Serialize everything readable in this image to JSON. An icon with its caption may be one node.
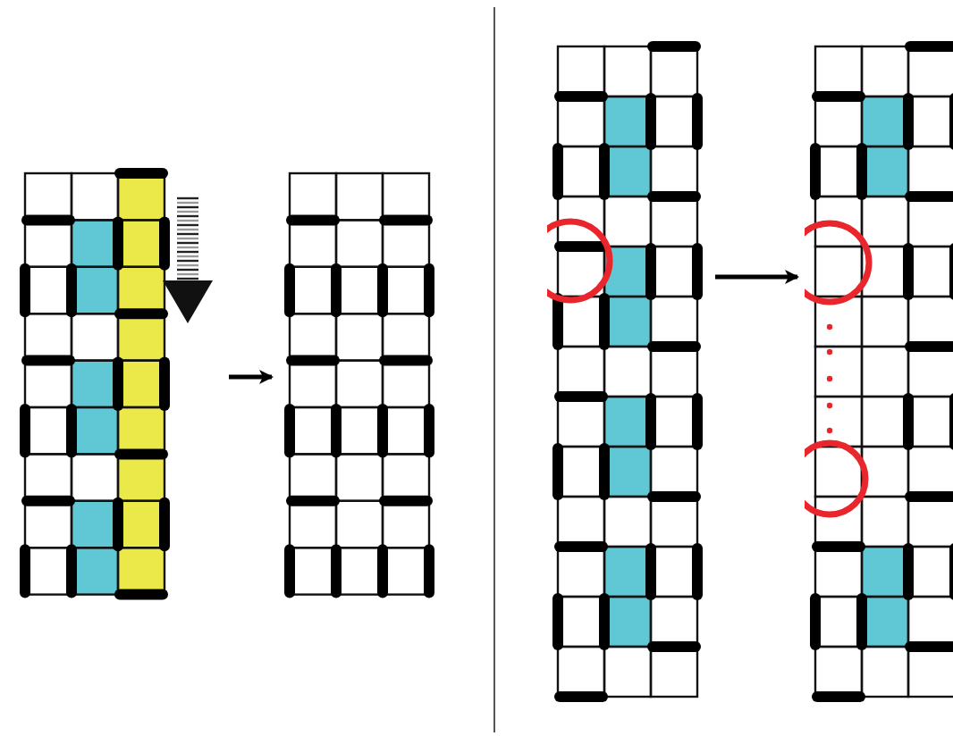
{
  "diagram": {
    "nodes": [
      {
        "text": [],
        "shape": "grid"
      },
      {
        "text": [],
        "shape": "grid"
      },
      {
        "text": [],
        "shape": "grid"
      },
      {
        "text": [],
        "shape": "grid"
      }
    ],
    "edges": [
      {
        "from": 0,
        "to": 1,
        "arrow": "to"
      },
      {
        "from": 2,
        "to": 3,
        "arrow": "to"
      }
    ]
  }
}
